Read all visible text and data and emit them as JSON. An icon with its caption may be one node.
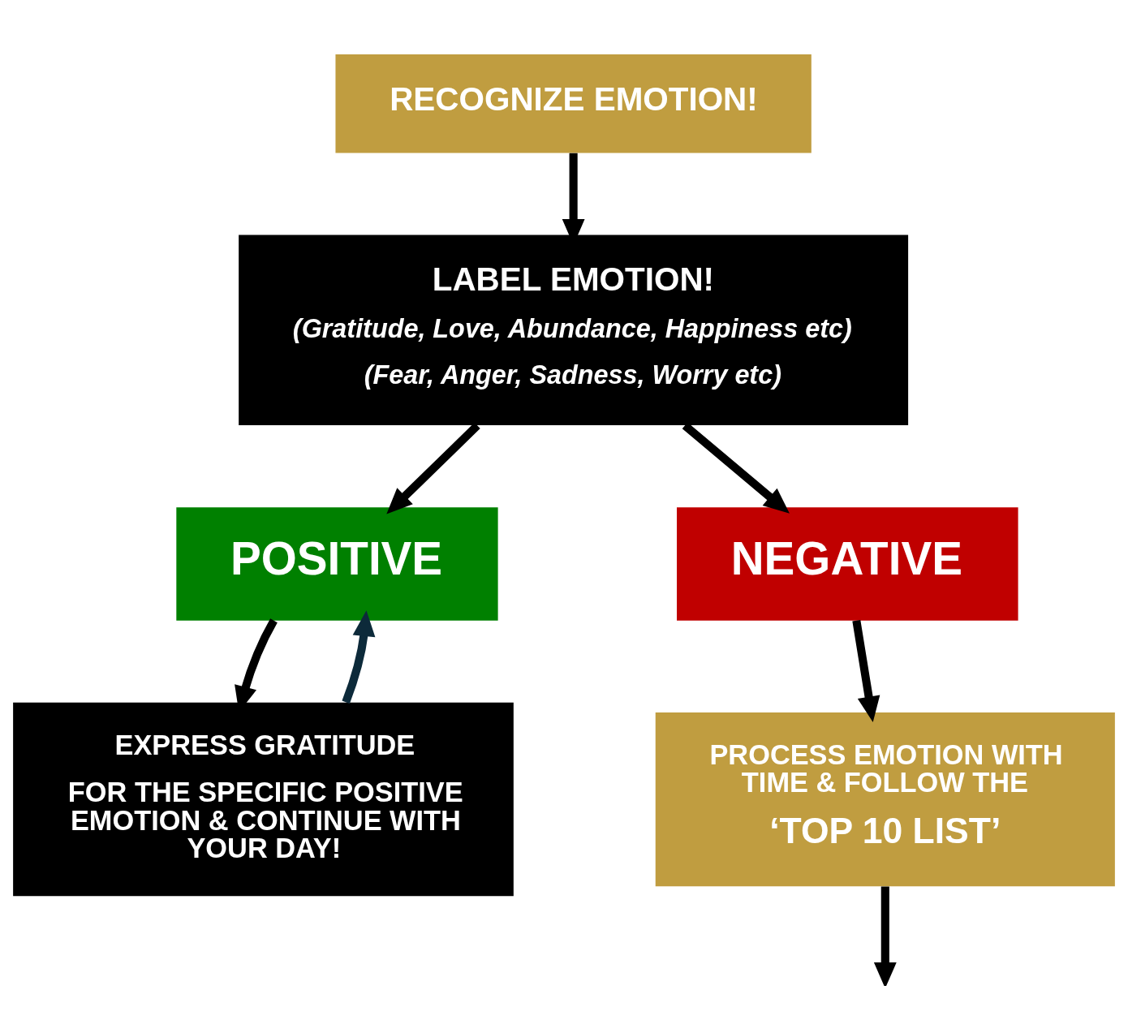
{
  "diagram": {
    "nodes": [
      {
        "text": [
          "RECOGNIZE EMOTION!"
        ]
      },
      {
        "text": [
          "LABEL EMOTION!",
          "(Gratitude, Love, Abundance, Happiness etc)",
          "(Fear, Anger, Sadness, Worry etc)"
        ]
      },
      {
        "text": [
          "POSITIVE"
        ]
      },
      {
        "text": [
          "NEGATIVE"
        ]
      },
      {
        "text": [
          "EXPRESS GRATITUDE",
          "FOR THE SPECIFIC POSITIVE EMOTION & CONTINUE WITH YOUR DAY!"
        ]
      },
      {
        "text": [
          "PROCESS EMOTION WITH TIME & FOLLOW THE",
          "‘TOP 10 LIST’"
        ]
      }
    ],
    "edges": [
      {
        "from": 0,
        "to": 1,
        "arrow": "to"
      },
      {
        "from": 1,
        "to": 2,
        "arrow": "to"
      },
      {
        "from": 1,
        "to": 3,
        "arrow": "to"
      },
      {
        "from": 2,
        "to": 4,
        "arrow": "to"
      },
      {
        "from": 3,
        "to": 5,
        "arrow": "to"
      },
      {
        "from": 4,
        "to": 2,
        "arrow": "to",
        "color": "#0d2a3a"
      },
      {
        "from": 5,
        "to": null,
        "arrow": "to"
      }
    ]
  }
}
